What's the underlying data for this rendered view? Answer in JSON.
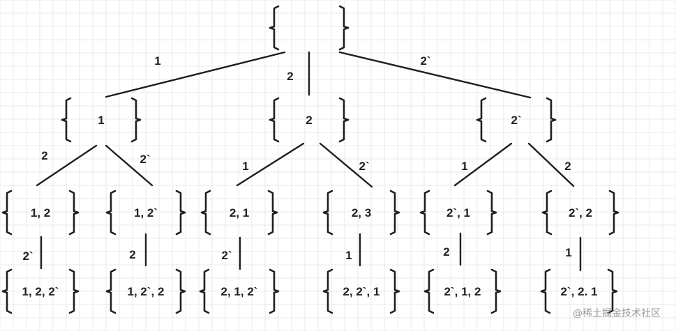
{
  "tree": {
    "nodes": [
      {
        "id": "root",
        "label": ""
      },
      {
        "id": "n1",
        "label": "1"
      },
      {
        "id": "n2",
        "label": "2"
      },
      {
        "id": "n3",
        "label": "2`"
      },
      {
        "id": "n11",
        "label": "1, 2"
      },
      {
        "id": "n12",
        "label": "1, 2`"
      },
      {
        "id": "n21",
        "label": "2, 1"
      },
      {
        "id": "n22",
        "label": "2, 3"
      },
      {
        "id": "n31",
        "label": "2`, 1"
      },
      {
        "id": "n32",
        "label": "2`, 2"
      },
      {
        "id": "n111",
        "label": "1, 2, 2`"
      },
      {
        "id": "n121",
        "label": "1, 2`, 2"
      },
      {
        "id": "n211",
        "label": "2, 1, 2`"
      },
      {
        "id": "n221",
        "label": "2, 2`, 1"
      },
      {
        "id": "n311",
        "label": "2`, 1, 2"
      },
      {
        "id": "n321",
        "label": "2`, 2. 1"
      }
    ],
    "edges": [
      {
        "id": "e-root-n1",
        "from": "root",
        "to": "n1",
        "label": "1"
      },
      {
        "id": "e-root-n2",
        "from": "root",
        "to": "n2",
        "label": "2"
      },
      {
        "id": "e-root-n3",
        "from": "root",
        "to": "n3",
        "label": "2`"
      },
      {
        "id": "e-n1-n11",
        "from": "n1",
        "to": "n11",
        "label": "2"
      },
      {
        "id": "e-n1-n12",
        "from": "n1",
        "to": "n12",
        "label": "2`"
      },
      {
        "id": "e-n2-n21",
        "from": "n2",
        "to": "n21",
        "label": "1"
      },
      {
        "id": "e-n2-n22",
        "from": "n2",
        "to": "n22",
        "label": "2`"
      },
      {
        "id": "e-n3-n31",
        "from": "n3",
        "to": "n31",
        "label": "1"
      },
      {
        "id": "e-n3-n32",
        "from": "n3",
        "to": "n32",
        "label": "2"
      },
      {
        "id": "e-n11-n111",
        "from": "n11",
        "to": "n111",
        "label": "2`"
      },
      {
        "id": "e-n12-n121",
        "from": "n12",
        "to": "n121",
        "label": "2"
      },
      {
        "id": "e-n21-n211",
        "from": "n21",
        "to": "n211",
        "label": "2`"
      },
      {
        "id": "e-n22-n221",
        "from": "n22",
        "to": "n221",
        "label": "1"
      },
      {
        "id": "e-n31-n311",
        "from": "n31",
        "to": "n311",
        "label": "2"
      },
      {
        "id": "e-n32-n321",
        "from": "n32",
        "to": "n321",
        "label": "1"
      }
    ]
  },
  "watermark": "@稀土掘金技术社区",
  "colors": {
    "line": "#1f1f1f",
    "grid": "#e9e9e9",
    "background": "#ffffff"
  }
}
